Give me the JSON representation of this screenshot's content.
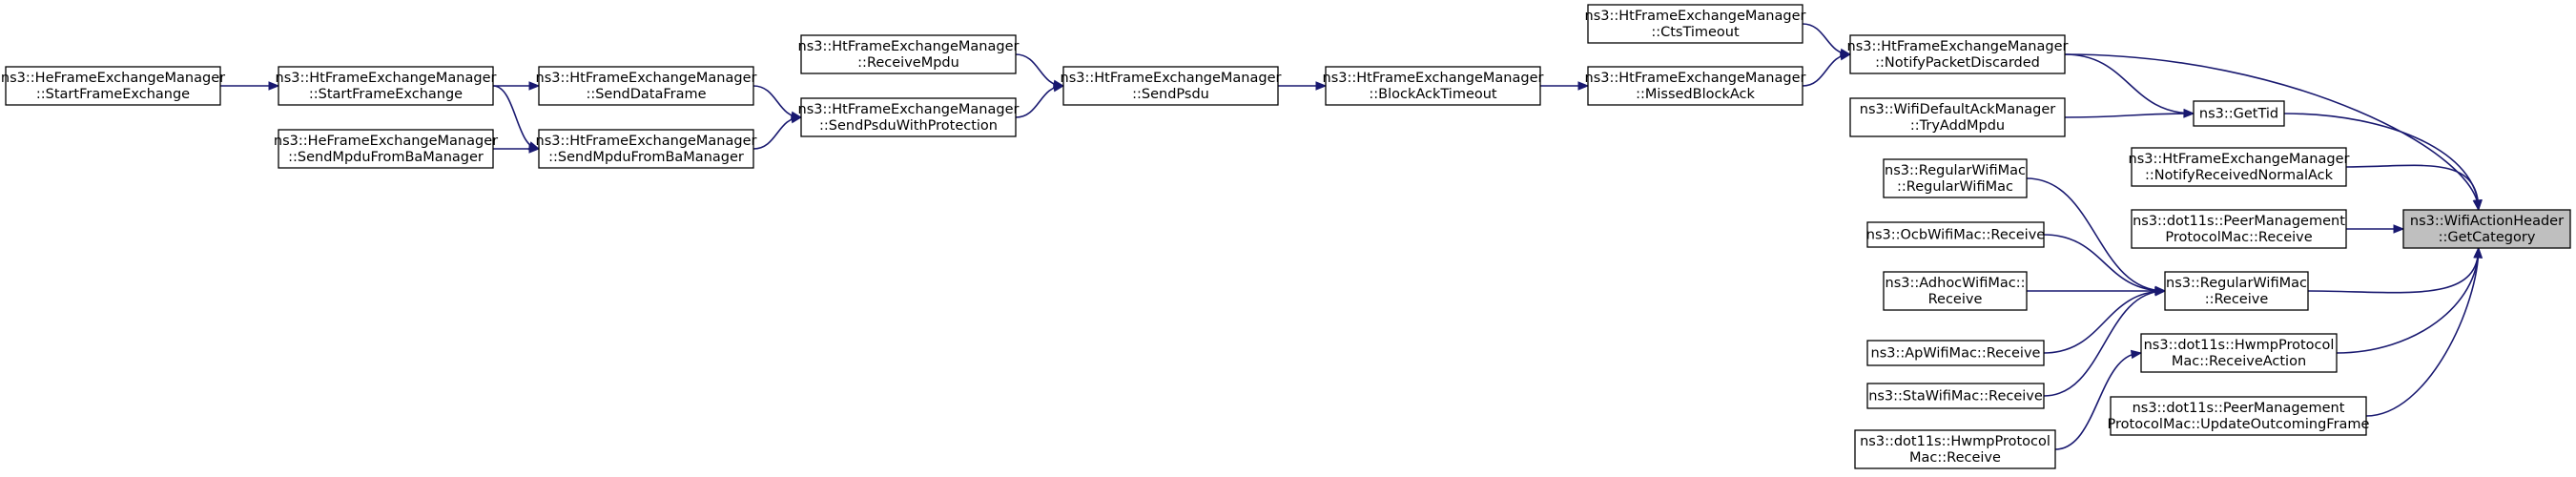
{
  "graph": {
    "root_color": "#bfbfbf",
    "edge_color": "#191970",
    "nodes": [
      {
        "id": "n1",
        "lines": [
          "ns3::HeFrameExchangeManager",
          "::StartFrameExchange"
        ]
      },
      {
        "id": "n2",
        "lines": [
          "ns3::HtFrameExchangeManager",
          "::StartFrameExchange"
        ]
      },
      {
        "id": "n3",
        "lines": [
          "ns3::HtFrameExchangeManager",
          "::SendDataFrame"
        ]
      },
      {
        "id": "n4",
        "lines": [
          "ns3::HeFrameExchangeManager",
          "::SendMpduFromBaManager"
        ]
      },
      {
        "id": "n5",
        "lines": [
          "ns3::HtFrameExchangeManager",
          "::SendMpduFromBaManager"
        ]
      },
      {
        "id": "n6",
        "lines": [
          "ns3::HtFrameExchangeManager",
          "::ReceiveMpdu"
        ]
      },
      {
        "id": "n7",
        "lines": [
          "ns3::HtFrameExchangeManager",
          "::SendPsduWithProtection"
        ]
      },
      {
        "id": "n8",
        "lines": [
          "ns3::HtFrameExchangeManager",
          "::SendPsdu"
        ]
      },
      {
        "id": "n9",
        "lines": [
          "ns3::HtFrameExchangeManager",
          "::BlockAckTimeout"
        ]
      },
      {
        "id": "n10",
        "lines": [
          "ns3::HtFrameExchangeManager",
          "::MissedBlockAck"
        ]
      },
      {
        "id": "n11",
        "lines": [
          "ns3::HtFrameExchangeManager",
          "::CtsTimeout"
        ]
      },
      {
        "id": "n12",
        "lines": [
          "ns3::HtFrameExchangeManager",
          "::NotifyPacketDiscarded"
        ]
      },
      {
        "id": "n13",
        "lines": [
          "ns3::WifiDefaultAckManager",
          "::TryAddMpdu"
        ]
      },
      {
        "id": "n14",
        "lines": [
          "ns3::GetTid"
        ]
      },
      {
        "id": "n15",
        "lines": [
          "ns3::HtFrameExchangeManager",
          "::NotifyReceivedNormalAck"
        ]
      },
      {
        "id": "n16",
        "lines": [
          "ns3::dot11s::PeerManagement",
          "ProtocolMac::Receive"
        ]
      },
      {
        "id": "n17",
        "lines": [
          "ns3::RegularWifiMac",
          "::RegularWifiMac"
        ]
      },
      {
        "id": "n18",
        "lines": [
          "ns3::OcbWifiMac::Receive"
        ]
      },
      {
        "id": "n19",
        "lines": [
          "ns3::AdhocWifiMac::",
          "Receive"
        ]
      },
      {
        "id": "n20",
        "lines": [
          "ns3::ApWifiMac::Receive"
        ]
      },
      {
        "id": "n21",
        "lines": [
          "ns3::StaWifiMac::Receive"
        ]
      },
      {
        "id": "n22",
        "lines": [
          "ns3::RegularWifiMac",
          "::Receive"
        ]
      },
      {
        "id": "n23",
        "lines": [
          "ns3::dot11s::HwmpProtocol",
          "Mac::ReceiveAction"
        ]
      },
      {
        "id": "n24",
        "lines": [
          "ns3::dot11s::HwmpProtocol",
          "Mac::Receive"
        ]
      },
      {
        "id": "n25",
        "lines": [
          "ns3::dot11s::PeerManagement",
          "ProtocolMac::UpdateOutcomingFrame"
        ]
      },
      {
        "id": "n26",
        "lines": [
          "ns3::WifiActionHeader",
          "::GetCategory"
        ],
        "root": true
      }
    ]
  }
}
